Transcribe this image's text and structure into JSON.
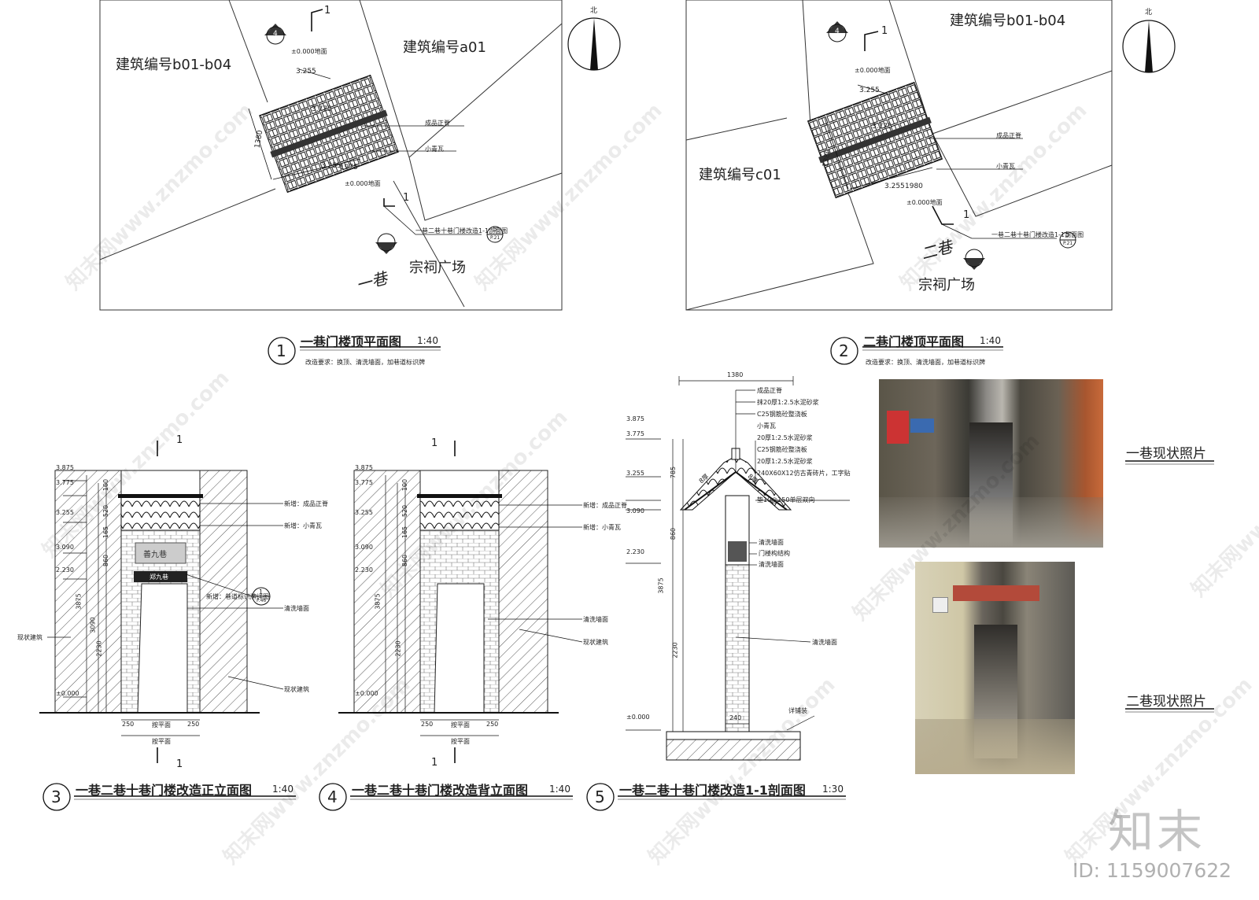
{
  "north_label": "北",
  "plan1": {
    "building_left": "建筑编号b01-b04",
    "building_right": "建筑编号a01",
    "plaza": "宗祠广场",
    "alley_name": "一巷",
    "dim_len": "1380",
    "dim_wid": "1975",
    "elev1": "3.255",
    "elev2": "3.255",
    "elev3": "3.775",
    "ground_top": "±0.000地面",
    "ground_bottom": "±0.000地面",
    "tile_main": "成品正脊",
    "tile_small": "小青瓦",
    "section_note": "一巷二巷十巷门楼改造1-1剖面图",
    "section_mark": "1",
    "ref_4": "4",
    "ref_3": "3",
    "ref_5": "5",
    "ref_sheet": "P.21",
    "title_num": "1",
    "title": "一巷门楼顶平面图",
    "scale": "1:40",
    "note": "改造要求：换顶、清洗墙面，加巷道标识牌"
  },
  "plan2": {
    "building_top": "建筑编号b01-b04",
    "building_left": "建筑编号c01",
    "plaza": "宗祠广场",
    "alley_name": "二巷",
    "dim_len": "1380",
    "dim_wid": "1980",
    "elev1": "3.255",
    "elev2": "3.255",
    "elev3": "3.775",
    "ground_top": "±0.000地面",
    "ground_bottom": "±0.000地面",
    "tile_main": "成品正脊",
    "tile_small": "小青瓦",
    "section_note": "一巷二巷十巷门楼改造1-1剖面图",
    "section_mark": "1",
    "ref_4": "4",
    "ref_3": "3",
    "ref_5": "5",
    "ref_sheet": "P.21",
    "title_num": "2",
    "title": "二巷门楼顶平面图",
    "scale": "1:40",
    "note": "改造要求：换顶、清洗墙面，加巷道标识牌"
  },
  "elev_front": {
    "levels": [
      "3.875",
      "3.775",
      "3.255",
      "3.090",
      "2.230",
      "±0.000"
    ],
    "vdims": [
      "100",
      "520",
      "165",
      "860",
      "3875",
      "3090",
      "2230"
    ],
    "hdims": [
      "250",
      "按平面",
      "250",
      "按平面"
    ],
    "callouts": [
      "新增：成品正脊",
      "新增：小青瓦",
      "新增：巷道标识牌详图",
      "清洗墙面",
      "现状建筑",
      "现状建筑"
    ],
    "plaque_top": "善九巷",
    "plaque_sign": "郑九巷",
    "detail_num": "1",
    "detail_sheet": "P.46",
    "section_mark": "1",
    "title_num": "3",
    "title": "一巷二巷十巷门楼改造正立面图",
    "scale": "1:40"
  },
  "elev_back": {
    "levels": [
      "3.875",
      "3.775",
      "3.255",
      "3.090",
      "2.230",
      "±0.000"
    ],
    "vdims": [
      "100",
      "520",
      "165",
      "860",
      "3875",
      "2230"
    ],
    "hdims": [
      "250",
      "按平面",
      "250",
      "按平面"
    ],
    "callouts": [
      "新增：成品正脊",
      "新增：小青瓦",
      "清洗墙面",
      "现状建筑"
    ],
    "section_mark": "1",
    "title_num": "4",
    "title": "一巷二巷十巷门楼改造背立面图",
    "scale": "1:40"
  },
  "section": {
    "top_dim": "1380",
    "levels": [
      "3.875",
      "3.775",
      "3.255",
      "3.090",
      "2.230",
      "±0.000"
    ],
    "vdims": [
      "785",
      "860",
      "3875",
      "2230"
    ],
    "wall_width": "240",
    "roof_labels": [
      "成品正脊",
      "抹20厚1:2.5水泥砂浆",
      "C25钢筋砼整浇板",
      "小青瓦",
      "20厚1:2.5水泥砂浆",
      "C25钢筋砼整浇板",
      "20厚1:2.5水泥砂浆",
      "240X60X12仿古青砖片，工字贴"
    ],
    "beam_label": "垫10@150单层双向",
    "side_labels": [
      "清洗墙面",
      "门楼构结构",
      "清洗墙面"
    ],
    "wall_label": "清洗墙面",
    "ground_label": "详铺装",
    "slope_left": "8厚",
    "slope_right": "8厚",
    "title_num": "5",
    "title": "一巷二巷十巷门楼改造1-1剖面图",
    "scale": "1:30"
  },
  "photos": {
    "photo1_label": "一巷现状照片",
    "photo2_label": "二巷现状照片"
  },
  "branding": {
    "logo": "知末",
    "id_text": "ID: 1159007622",
    "watermark": "知末网www.znzmo.com"
  }
}
